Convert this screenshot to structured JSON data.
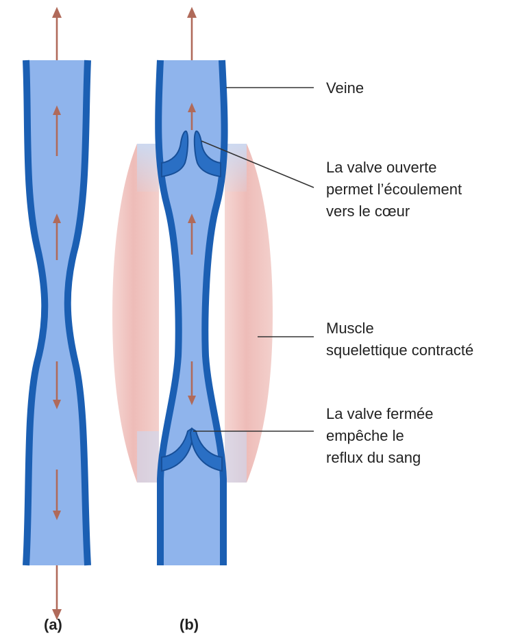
{
  "labels": {
    "veine": "Veine",
    "valve_open": [
      "La valve ouverte",
      "permet  l’écoulement",
      "vers le cœur"
    ],
    "muscle": [
      "Muscle",
      "squelettique contracté"
    ],
    "valve_closed": [
      "La valve fermée",
      "empêche le",
      "reflux du sang"
    ]
  },
  "panels": {
    "a": "(a)",
    "b": "(b)"
  },
  "colors": {
    "vein_fill": "#8fb4ec",
    "vein_wall": "#1b5fb3",
    "muscle": "#f2c9c6",
    "arrow": "#b06a5a"
  }
}
